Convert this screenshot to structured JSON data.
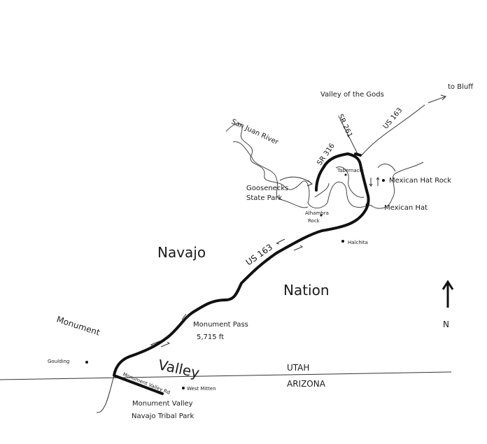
{
  "map": {
    "regions": {
      "navajo": "Navajo",
      "nation": "Nation",
      "monument": "Monument",
      "valley": "Valley"
    },
    "states": {
      "north": "UTAH",
      "south": "ARIZONA"
    },
    "roads": {
      "us163_main": "US 163",
      "us163_north": "US 163",
      "sr261": "SR 261",
      "sr316": "SR 316",
      "monument_valley_rd": "Monument Valley Rd"
    },
    "places": {
      "valley_of_the_gods": "Valley of the Gods",
      "to_bluff": "to Bluff",
      "san_juan_river": "San Juan River",
      "goosenecks": "Goosenecks",
      "goosenecks_2": "State Park",
      "tabernacle": "Tabernacle",
      "alhambra": "Alhambra",
      "alhambra_2": "Rock",
      "mexican_hat_rock": "Mexican Hat Rock",
      "mexican_hat": "Mexican Hat",
      "halchita": "Halchita",
      "monument_pass": "Monument Pass",
      "monument_pass_elev": "5,715 ft",
      "goulding": "Goulding",
      "west_mitten": "West Mitten",
      "tribal_park": "Monument Valley",
      "tribal_park_2": "Navajo Tribal Park"
    },
    "compass": "N"
  }
}
